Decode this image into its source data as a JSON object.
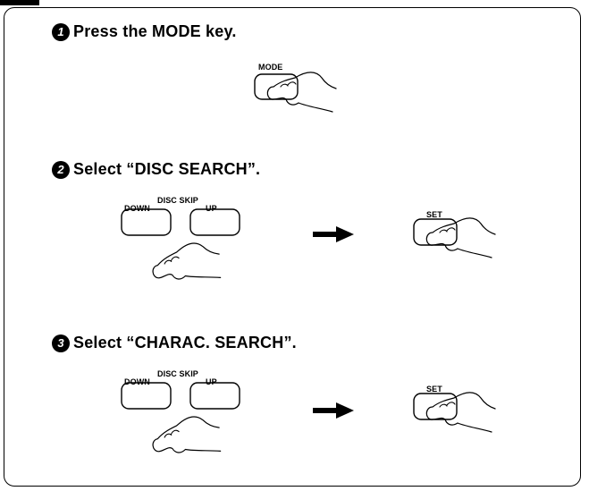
{
  "steps": [
    {
      "number": "1",
      "text": "Press the MODE key."
    },
    {
      "number": "2",
      "text": "Select “DISC SEARCH”."
    },
    {
      "number": "3",
      "text": "Select “CHARAC. SEARCH”."
    }
  ],
  "keys": {
    "mode": "MODE",
    "disc_skip": "DISC SKIP",
    "down": "DOWN",
    "up": "UP",
    "set": "SET"
  },
  "icons": [
    "hand-press-icon",
    "arrow-right-icon"
  ]
}
